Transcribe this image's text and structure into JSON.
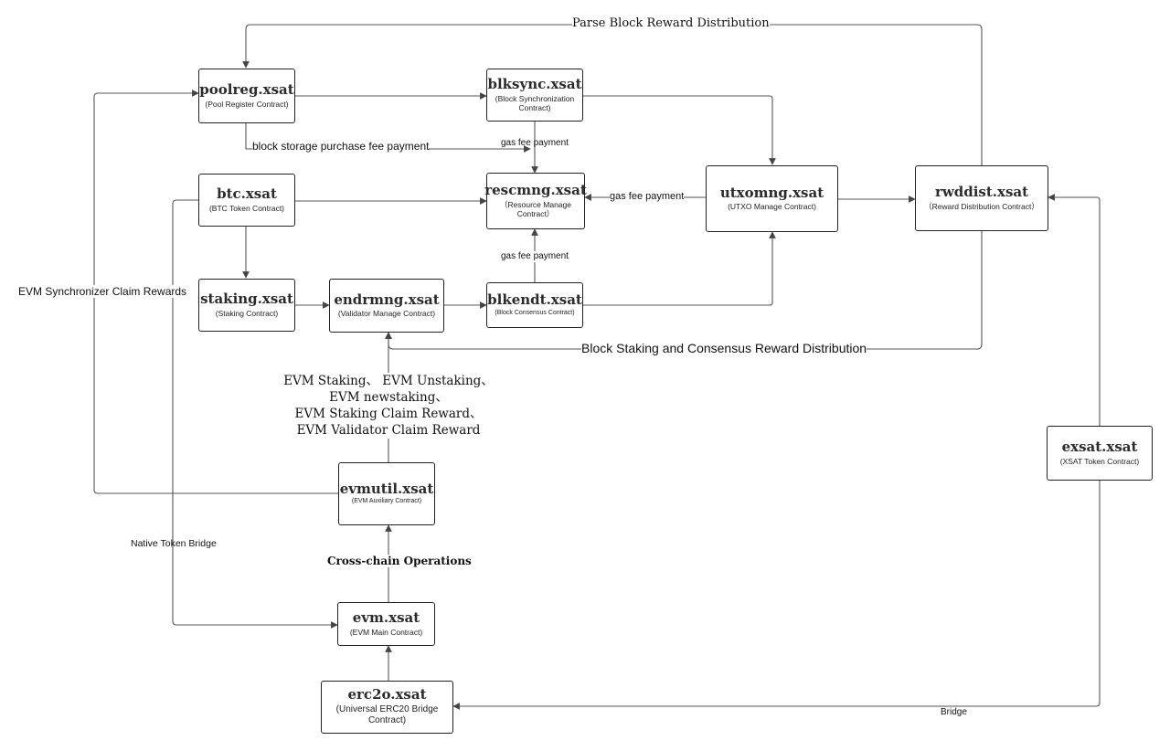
{
  "nodes": {
    "poolreg": {
      "title": "poolreg.xsat",
      "subtitle": "(Pool Register Contract)"
    },
    "blksync": {
      "title": "blksync.xsat",
      "subtitle": "(Block Synchronization Contract)"
    },
    "rescmng": {
      "title": "rescmng.xsat",
      "subtitle": "（Resource Manage Contract）"
    },
    "btc": {
      "title": "btc.xsat",
      "subtitle": "(BTC Token Contract)"
    },
    "utxomng": {
      "title": "utxomng.xsat",
      "subtitle": "(UTXO Manage Contract)"
    },
    "rwddist": {
      "title": "rwddist.xsat",
      "subtitle": "（Reward Distribution Contract）"
    },
    "staking": {
      "title": "staking.xsat",
      "subtitle": "(Staking Contract)"
    },
    "endrmng": {
      "title": "endrmng.xsat",
      "subtitle": "(Validator Manage Contract)"
    },
    "blkendt": {
      "title": "blkendt.xsat",
      "subtitle": "(Block Consensus Contract)"
    },
    "exsat": {
      "title": "exsat.xsat",
      "subtitle": "(XSAT Token Contract)"
    },
    "evmutil": {
      "title": "evmutil.xsat",
      "subtitle": "(EVM Auxiliary Contract)"
    },
    "evm": {
      "title": "evm.xsat",
      "subtitle": "(EVM Main Contract)"
    },
    "erc2o": {
      "title": "erc2o.xsat",
      "subtitle": "(Universal ERC20 Bridge Contract)"
    }
  },
  "edge_labels": {
    "parse_block_reward": "Parse Block Reward Distribution",
    "block_storage_fee": "block storage purchase fee payment",
    "gas_fee_blksync": "gas fee payment",
    "gas_fee_utxomng": "gas fee payment",
    "gas_fee_blkendt": "gas fee payment",
    "evm_sync_claim": "EVM Synchronizer Claim Rewards",
    "block_staking_reward": "Block Staking and Consensus Reward Distribution",
    "evm_ops": [
      "EVM Staking、 EVM Unstaking、",
      "EVM newstaking、",
      "EVM Staking Claim Reward、",
      "EVM Validator Claim Reward"
    ],
    "native_token_bridge": "Native Token Bridge",
    "cross_chain": "Cross-chain Operations",
    "bridge": "Bridge"
  },
  "colors": {
    "line": "#555555",
    "border": "#222222",
    "text": "#2b2b2b"
  }
}
